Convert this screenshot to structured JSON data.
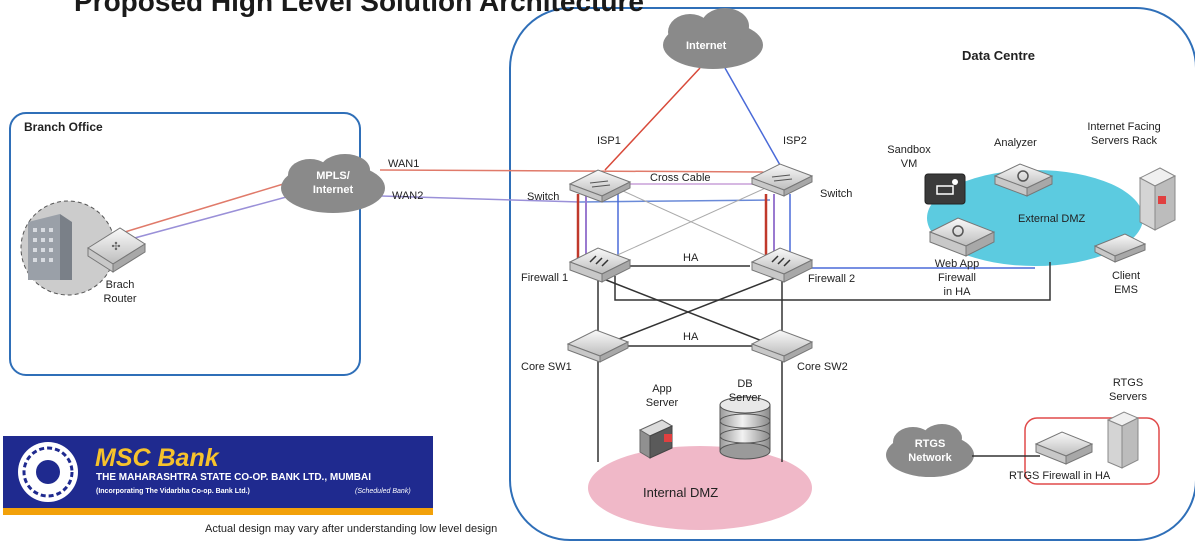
{
  "title": "Proposed High Level Solution Architecture",
  "branch_office": {
    "label": "Branch Office",
    "router_label_line1": "Brach",
    "router_label_line2": "Router"
  },
  "mpls": {
    "line1": "MPLS/",
    "line2": "Internet"
  },
  "wan": {
    "wan1": "WAN1",
    "wan2": "WAN2"
  },
  "data_centre": {
    "label": "Data Centre",
    "internet": "Internet",
    "isp1": "ISP1",
    "isp2": "ISP2",
    "switch_left": "Switch",
    "switch_right": "Switch",
    "cross_cable": "Cross Cable",
    "ha_firewall": "HA",
    "ha_core": "HA",
    "firewall1": "Firewall 1",
    "firewall2": "Firewall 2",
    "core_sw1": "Core SW1",
    "core_sw2": "Core SW2",
    "app_server_line1": "App",
    "app_server_line2": "Server",
    "db_server_line1": "DB",
    "db_server_line2": "Server",
    "internal_dmz": "Internal DMZ",
    "sandbox_line1": "Sandbox",
    "sandbox_line2": "VM",
    "analyzer": "Analyzer",
    "servers_rack_line1": "Internet Facing",
    "servers_rack_line2": "Servers Rack",
    "external_dmz": "External DMZ",
    "waf_line1": "Web App",
    "waf_line2": "Firewall",
    "waf_line3": "in HA",
    "client_ems_line1": "Client",
    "client_ems_line2": "EMS",
    "rtgs_network_line1": "RTGS",
    "rtgs_network_line2": "Network",
    "rtgs_servers_line1": "RTGS",
    "rtgs_servers_line2": "Servers",
    "rtgs_firewall": "RTGS Firewall in HA"
  },
  "bank": {
    "name": "MSC Bank",
    "full_name": "THE MAHARASHTRA STATE CO-OP. BANK LTD., MUMBAI",
    "incorporating": "(Incorporating The Vidarbha Co-op. Bank Ltd.)",
    "scheduled": "(Scheduled Bank)"
  },
  "footer_note": "Actual design may vary after understanding low level design",
  "colors": {
    "frame_blue": "#2f6fb8",
    "link_red": "#d84a3a",
    "link_blue": "#4a6ad8",
    "link_purple": "#9a7ad0",
    "link_black": "#222222",
    "cloud_gray": "#8a8a8a",
    "external_dmz": "#5ccbe0",
    "internal_dmz": "#f0b8c8",
    "bank_blue": "#1f2a8f",
    "bank_yellow": "#f6c22c"
  }
}
